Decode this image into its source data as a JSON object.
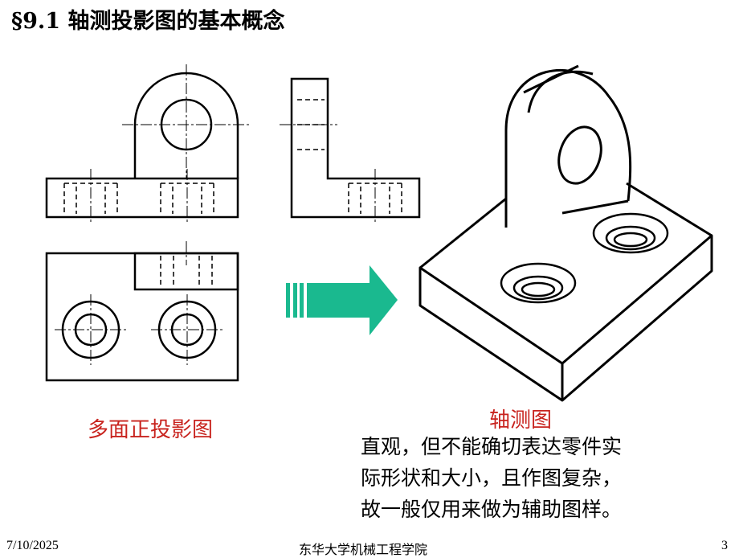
{
  "slide": {
    "title": "§9.1 轴测投影图的基本概念",
    "left_caption": "多面正投影图",
    "right_caption": "轴测图",
    "description_lines": [
      "直观，但不能确切表达零件实",
      "际形状和大小，且作图复杂，",
      "故一般仅用来做为辅助图样。"
    ]
  },
  "footer": {
    "date": "7/10/2025",
    "organization": "东华大学机械工程学院",
    "page_number": "3"
  },
  "colors": {
    "caption": "#c8231e",
    "arrow": "#1ab98f",
    "line": "#000000"
  }
}
